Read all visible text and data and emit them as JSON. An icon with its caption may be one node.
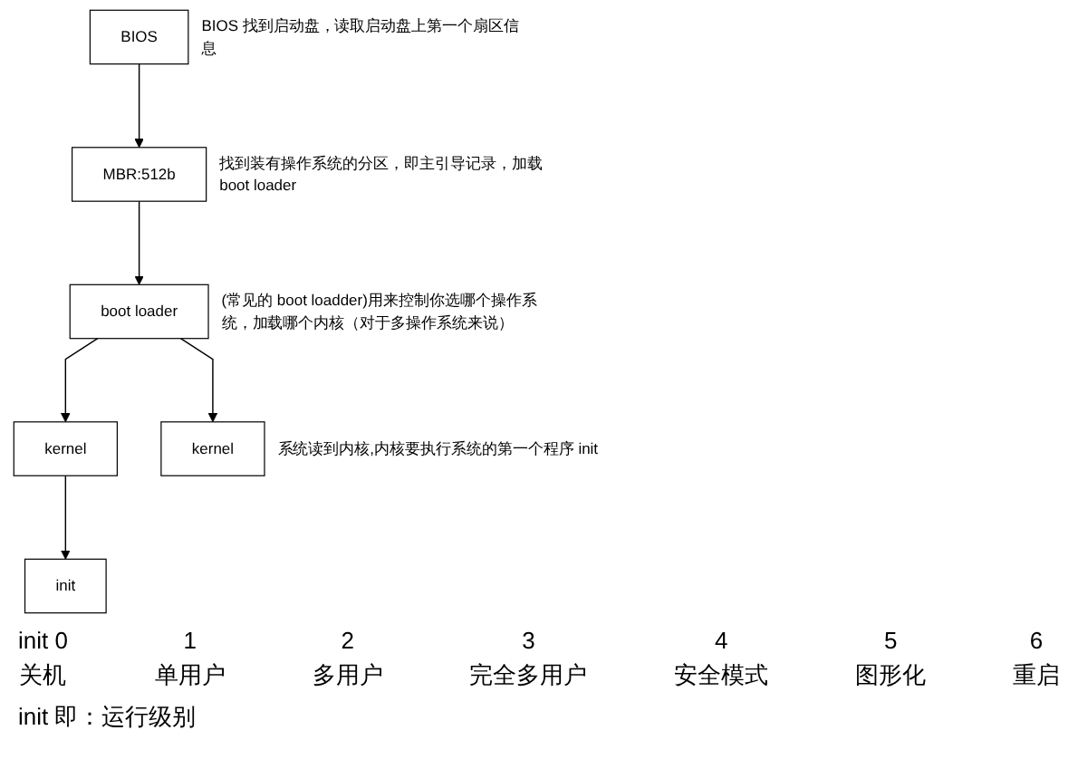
{
  "diagram": {
    "nodes": [
      {
        "text": [
          "BIOS"
        ],
        "beside": [
          "BIOS 找到启动盘，读取启动盘上第一个扇区信息"
        ]
      },
      {
        "text": [
          "MBR:512b"
        ],
        "beside": [
          "找到装有操作系统的分区，即主引导记录，加载 boot loader"
        ]
      },
      {
        "text": [
          "boot loader"
        ],
        "beside": [
          "(常见的 boot loadder)用来控制你选哪个操作系统，加载哪个内核（对于多操作系统来说）"
        ]
      },
      {
        "text": [
          "kernel"
        ]
      },
      {
        "text": [
          "kernel"
        ],
        "beside": [
          "系统读到内核,内核要执行系统的第一个程序 init"
        ]
      },
      {
        "text": [
          "init"
        ]
      }
    ],
    "edges": [
      {
        "from": 0,
        "to": 1,
        "arrow": "to"
      },
      {
        "from": 1,
        "to": 2,
        "arrow": "to"
      },
      {
        "from": 2,
        "to": 3,
        "arrow": "to"
      },
      {
        "from": 2,
        "to": 4,
        "arrow": "to"
      },
      {
        "from": 3,
        "to": 5,
        "arrow": "to"
      }
    ],
    "labels": [
      "init 0",
      "1",
      "2",
      "3",
      "4",
      "5",
      "6",
      "关机",
      "单用户",
      "多用户",
      "完全多用户",
      "安全模式",
      "图形化",
      "重启",
      "init 即：运行级别"
    ]
  }
}
